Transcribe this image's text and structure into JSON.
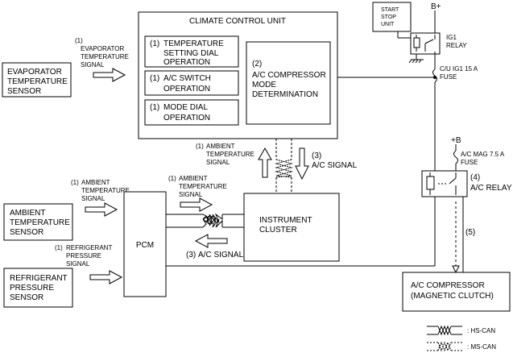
{
  "climate_control_unit": {
    "title": "CLIMATE CONTROL UNIT",
    "items": [
      {
        "num": "(1)",
        "line1": "TEMPERATURE",
        "line2": "SETTING DIAL",
        "line3": "OPERATION"
      },
      {
        "num": "(1)",
        "line1": "A/C SWITCH",
        "line2": "OPERATION"
      },
      {
        "num": "(1)",
        "line1": "MODE DIAL",
        "line2": "OPERATION"
      }
    ],
    "determination": {
      "num": "(2)",
      "line1": "A/C COMPRESSOR",
      "line2": "MODE",
      "line3": "DETERMINATION"
    }
  },
  "evaporator_sensor": {
    "line1": "EVAPORATOR",
    "line2": "TEMPERATURE",
    "line3": "SENSOR"
  },
  "evaporator_signal": {
    "num": "(1)",
    "line1": "EVAPORATOR",
    "line2": "TEMPERATURE",
    "line3": "SIGNAL"
  },
  "ambient_sensor": {
    "line1": "AMBIENT",
    "line2": "TEMPERATURE",
    "line3": "SENSOR"
  },
  "ambient_signal_pcm": {
    "num": "(1)",
    "line1": "AMBIENT",
    "line2": "TEMPERATURE",
    "line3": "SIGNAL"
  },
  "refrigerant_sensor": {
    "line1": "REFRIGERANT",
    "line2": "PRESSURE",
    "line3": "SENSOR"
  },
  "refrigerant_signal": {
    "num": "(1)",
    "line1": "REFRIGERANT",
    "line2": "PRESSURE",
    "line3": "SIGNAL"
  },
  "pcm": {
    "label": "PCM"
  },
  "ambient_signal_cluster": {
    "num": "(1)",
    "line1": "AMBIENT",
    "line2": "TEMPERATURE",
    "line3": "SIGNAL"
  },
  "ac_signal_pcm": {
    "num": "(3)",
    "label": "A/C SIGNAL"
  },
  "instrument_cluster": {
    "line1": "INSTRUMENT",
    "line2": "CLUSTER"
  },
  "ambient_signal_ccu": {
    "num": "(1)",
    "line1": "AMBIENT",
    "line2": "TEMPERATURE",
    "line3": "SIGNAL"
  },
  "ac_signal_ccu": {
    "num": "(3)",
    "label": "A/C SIGNAL"
  },
  "start_stop_unit": {
    "line1": "START",
    "line2": "STOP",
    "line3": "UNIT"
  },
  "b_plus_top": "B+",
  "ig1_relay": {
    "line1": "IG1",
    "line2": "RELAY"
  },
  "cu_fuse": {
    "line1": "C/U IG1 15 A",
    "line2": "FUSE"
  },
  "b_plus_mid": "+B",
  "ac_mag_fuse": {
    "line1": "A/C MAG 7.5 A",
    "line2": "FUSE"
  },
  "ac_relay": {
    "num": "(4)",
    "label": "A/C RELAY"
  },
  "step5": "(5)",
  "ac_compressor": {
    "line1": "A/C COMPRESSOR",
    "line2": "(MAGNETIC CLUTCH)"
  },
  "legend": {
    "hs_can": ": HS-CAN",
    "ms_can": ": MS-CAN"
  }
}
